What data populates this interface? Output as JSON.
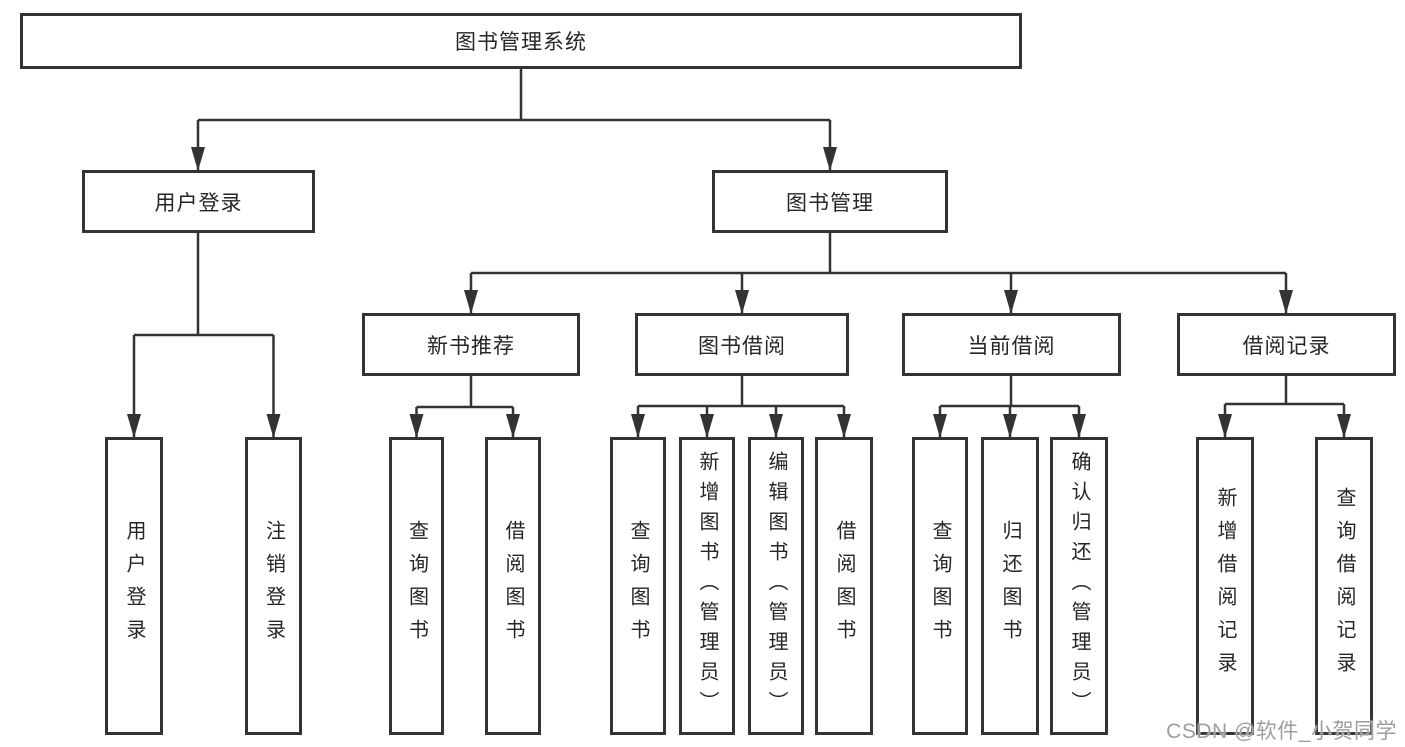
{
  "tree": {
    "root": {
      "label": "图书管理系统"
    },
    "branches": [
      {
        "label": "用户登录",
        "children": [
          {
            "label": "用户登录"
          },
          {
            "label": "注销登录"
          }
        ]
      },
      {
        "label": "图书管理",
        "children": [
          {
            "label": "新书推荐",
            "children": [
              {
                "label": "查询图书"
              },
              {
                "label": "借阅图书"
              }
            ]
          },
          {
            "label": "图书借阅",
            "children": [
              {
                "label": "查询图书"
              },
              {
                "label": "新增图书（管理员）"
              },
              {
                "label": "编辑图书（管理员）"
              },
              {
                "label": "借阅图书"
              }
            ]
          },
          {
            "label": "当前借阅",
            "children": [
              {
                "label": "查询图书"
              },
              {
                "label": "归还图书"
              },
              {
                "label": "确认归还（管理员）"
              }
            ]
          },
          {
            "label": "借阅记录",
            "children": [
              {
                "label": "新增借阅记录"
              },
              {
                "label": "查询借阅记录"
              }
            ]
          }
        ]
      }
    ]
  },
  "watermark": {
    "text": "CSDN @软件_小贺同学"
  },
  "colors": {
    "line": "#333333",
    "box_border": "#333333",
    "text": "#262626",
    "background": "#ffffff",
    "watermark": "#9e9e9e"
  }
}
